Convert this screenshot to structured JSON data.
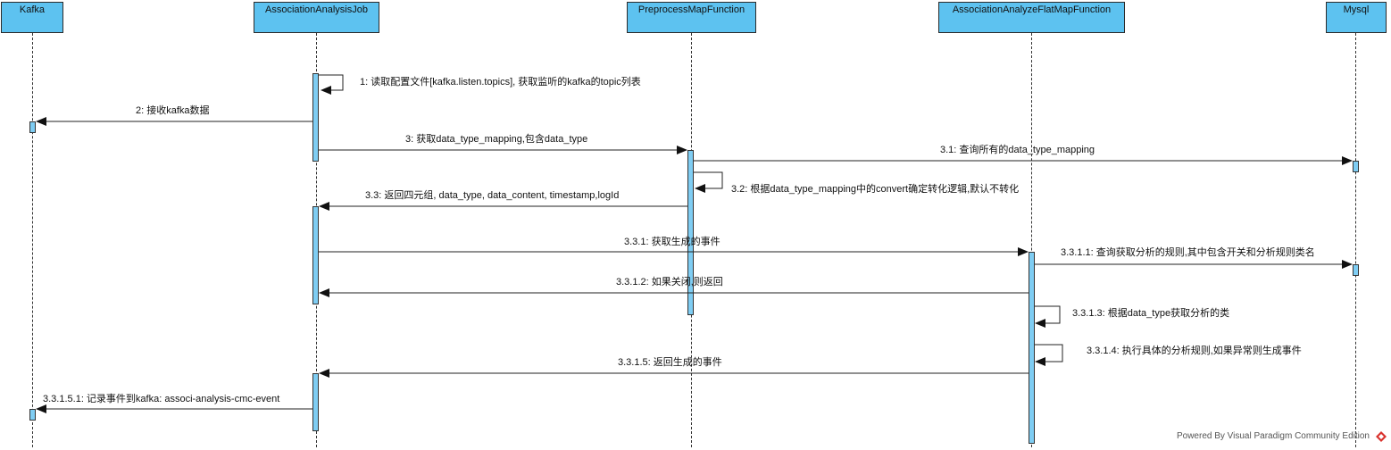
{
  "participants": [
    {
      "id": "kafka",
      "name": "Kafka"
    },
    {
      "id": "job",
      "name": "AssociationAnalysisJob"
    },
    {
      "id": "pre",
      "name": "PreprocessMapFunction"
    },
    {
      "id": "flat",
      "name": "AssociationAnalyzeFlatMapFunction"
    },
    {
      "id": "mysql",
      "name": "Mysql"
    }
  ],
  "messages": {
    "m1": "1: 读取配置文件[kafka.listen.topics], 获取监听的kafka的topic列表",
    "m2": "2: 接收kafka数据",
    "m3": "3: 获取data_type_mapping,包含data_type",
    "m31": "3.1: 查询所有的data_type_mapping",
    "m32": "3.2: 根据data_type_mapping中的convert确定转化逻辑,默认不转化",
    "m33": "3.3: 返回四元组, data_type, data_content, timestamp,logId",
    "m331": "3.3.1: 获取生成的事件",
    "m3311": "3.3.1.1: 查询获取分析的规则,其中包含开关和分析规则类名",
    "m3312": "3.3.1.2: 如果关闭,则返回",
    "m3313": "3.3.1.3: 根据data_type获取分析的类",
    "m3314": "3.3.1.4: 执行具体的分析规则,如果异常则生成事件",
    "m3315": "3.3.1.5: 返回生成的事件",
    "m33151": "3.3.1.5.1: 记录事件到kafka: associ-analysis-cmc-event"
  },
  "footer": "Powered By Visual Paradigm Community Edition",
  "colors": {
    "participant_fill": "#5dc2f0",
    "activation_fill": "#7fcdf3",
    "line": "#333333"
  }
}
